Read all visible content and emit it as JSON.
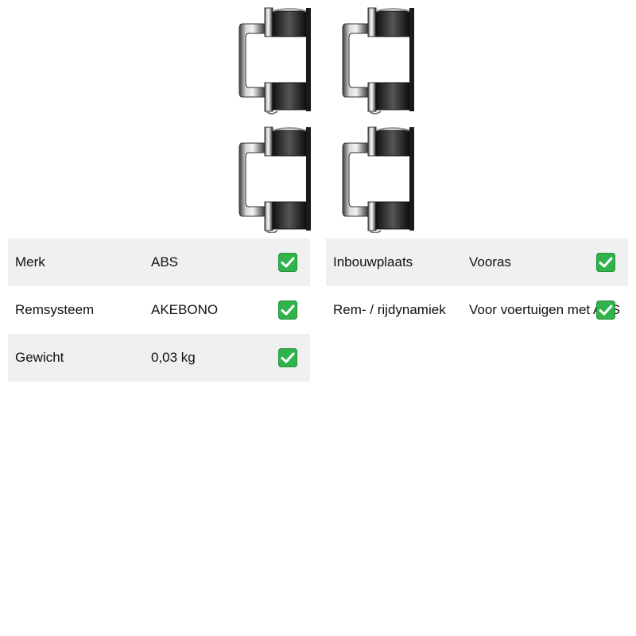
{
  "product": {
    "image_icon": "brake-pad-clip-set-icon"
  },
  "specs_left": [
    {
      "label": "Merk",
      "value": "ABS",
      "icon": "check-icon"
    },
    {
      "label": "Remsysteem",
      "value": "AKEBONO",
      "icon": "check-icon"
    },
    {
      "label": "Gewicht",
      "value": "0,03 kg",
      "icon": "check-icon"
    }
  ],
  "specs_right": [
    {
      "label": "Inbouwplaats",
      "value": "Vooras",
      "icon": "check-icon"
    },
    {
      "label": "Rem- / rijdynamiek",
      "value": "Voor voertuigen met ABS",
      "icon": "check-icon"
    }
  ],
  "colors": {
    "row_shade": "#f0f0f0",
    "check_green": "#2fb34a",
    "metal_dark": "#1a1a1a",
    "metal_light": "#9a9a9a"
  }
}
